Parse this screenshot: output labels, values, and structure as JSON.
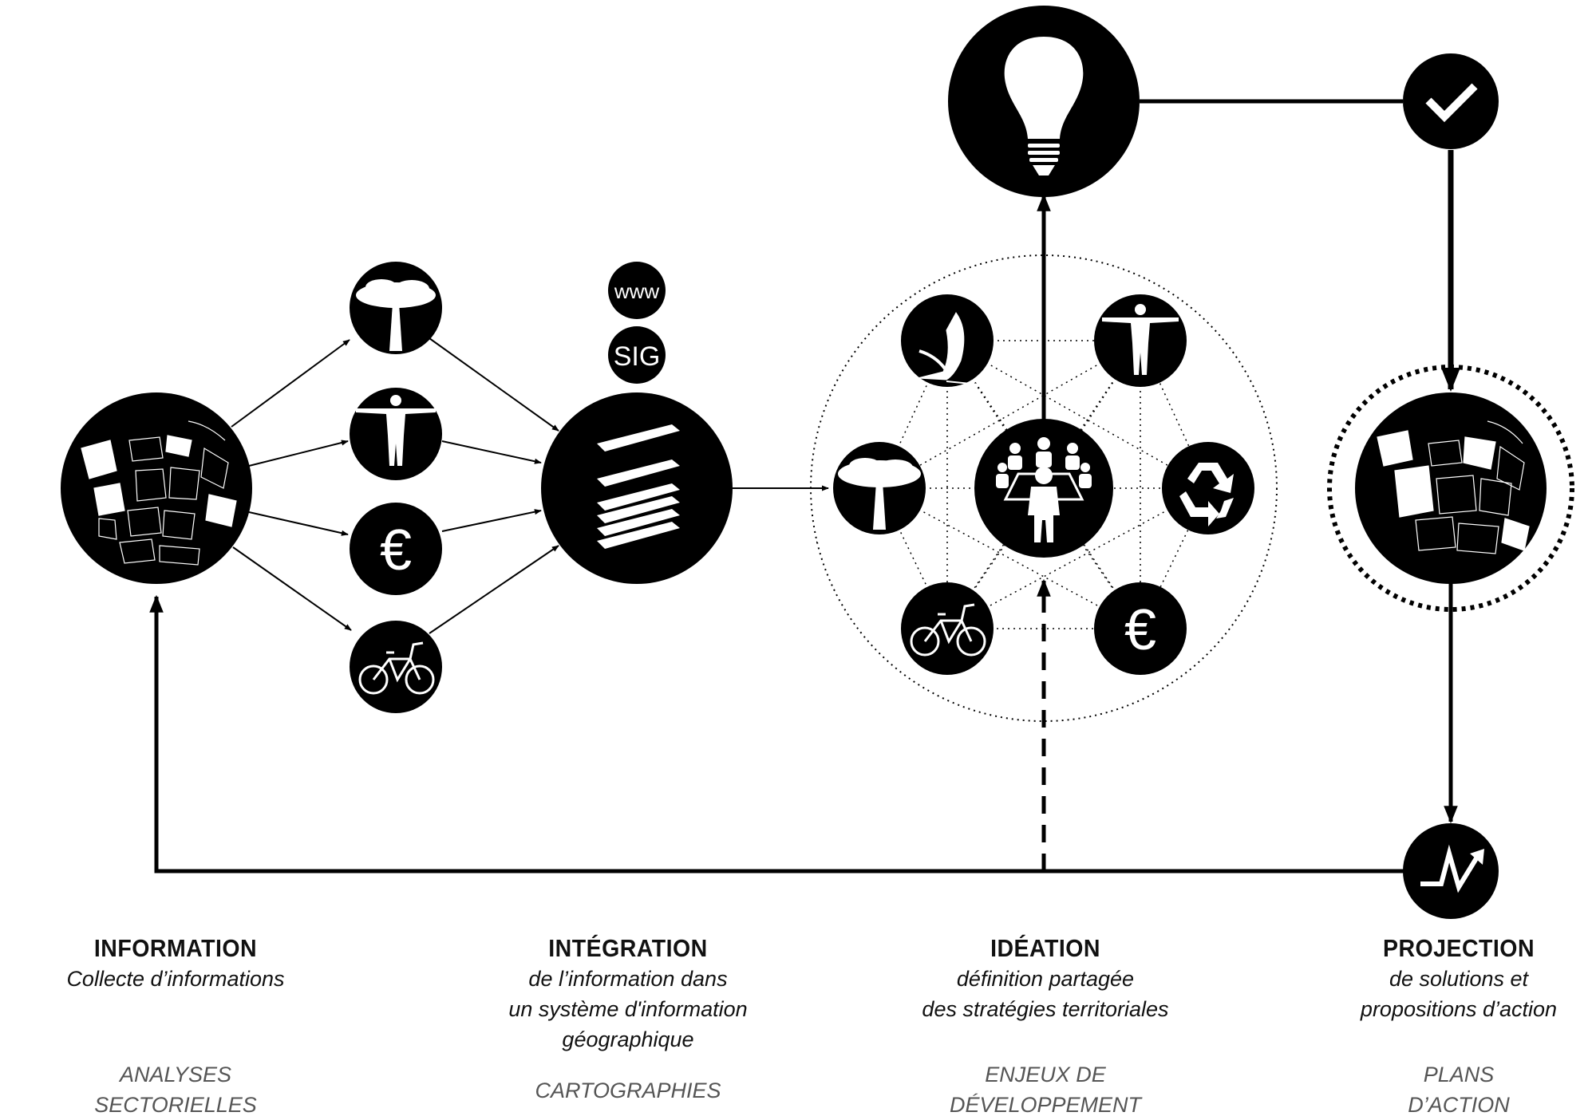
{
  "stages": [
    {
      "title": "INFORMATION",
      "description": "Collecte d’informations",
      "output": "ANALYSES\nSECTORIELLES"
    },
    {
      "title": "INTÉGRATION",
      "description": "de l’information dans\nun système d'information\ngéographique",
      "output": "CARTOGRAPHIES"
    },
    {
      "title": "IDÉATION",
      "description": "définition partagée\ndes stratégies territoriales",
      "output": "ENJEUX DE\nDÉVELOPPEMENT"
    },
    {
      "title": "PROJECTION",
      "description": "de solutions et\npropositions d’action",
      "output": "PLANS\nD’ACTION"
    }
  ],
  "nodes": {
    "www_label": "www",
    "sig_label": "SIG",
    "euro_symbol": "€",
    "icons": [
      "map-icon",
      "tree-icon",
      "person-icon",
      "euro-icon",
      "bicycle-icon",
      "layers-icon",
      "lightbulb-icon",
      "checkmark-icon",
      "meeting-icon",
      "recycle-icon",
      "bird-icon",
      "trend-icon"
    ]
  }
}
